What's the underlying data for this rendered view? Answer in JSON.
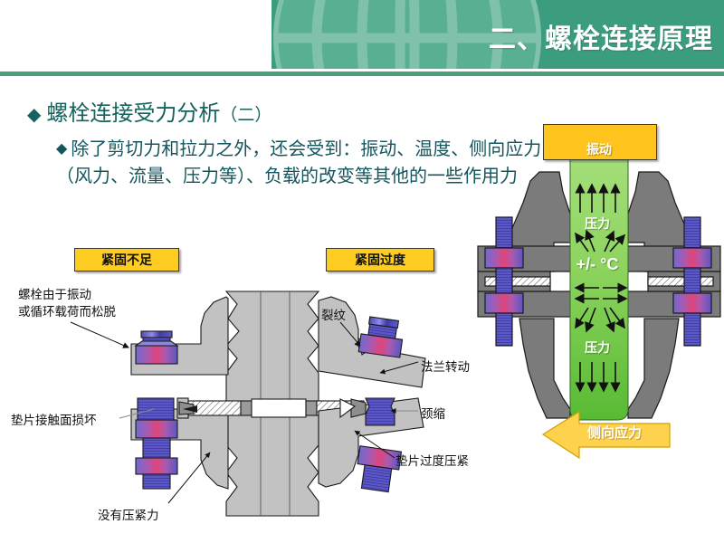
{
  "header": {
    "title": "二、螺栓连接原理",
    "bar_color": "#3c9c80",
    "rule_color": "#4aa078",
    "globe_icon": "globe-grid-icon"
  },
  "content": {
    "bullet_level1": "螺栓连接受力分析（二）",
    "bullet_level1_main": "螺栓连接受力分析",
    "bullet_level1_paren": "（二）",
    "bullet_level2": "除了剪切力和拉力之外，还会受到：振动、温度、侧向应力（风力、流量、压力等）、负载的改变等其他的一些作用力",
    "bullet_glyph": "◆",
    "text_color": "#15565e"
  },
  "left_diagram": {
    "name": "bolted-flange-failure-cross-section",
    "boxes": [
      {
        "id": "loose",
        "label": "紧固不足"
      },
      {
        "id": "over",
        "label": "紧固过度"
      }
    ],
    "callouts": [
      {
        "id": "loosen",
        "label": "螺栓由于振动\n或循环载荷而松脱"
      },
      {
        "id": "gasket",
        "label": "垫片接触面损坏"
      },
      {
        "id": "noforce",
        "label": "没有压紧力"
      },
      {
        "id": "crack",
        "label": "裂纹"
      },
      {
        "id": "rot",
        "label": "法兰转动"
      },
      {
        "id": "neck",
        "label": "颈缩"
      },
      {
        "id": "overcmp",
        "label": "垫片过度压紧"
      }
    ],
    "box_fill": "#ffcc22",
    "metal_fill": "#c4c4c4",
    "bolt_blue": "#5a57c8",
    "bolt_red": "#e0457a"
  },
  "right_diagram": {
    "name": "vibration-pressure-temperature-flange",
    "vibration_label": "振动",
    "vibration_icon": "zigzag-wave-icon",
    "lateral_label": "侧向应力",
    "lateral_icon": "left-arrow-icon",
    "pressure_label_top": "压力",
    "pressure_label_bottom": "压力",
    "temperature_label": "+/- °C",
    "yellow": "#ffc51e",
    "green_top": "#8fd96a",
    "green_bottom": "#5fbd3a",
    "metal_fill": "#7b7b7b"
  }
}
